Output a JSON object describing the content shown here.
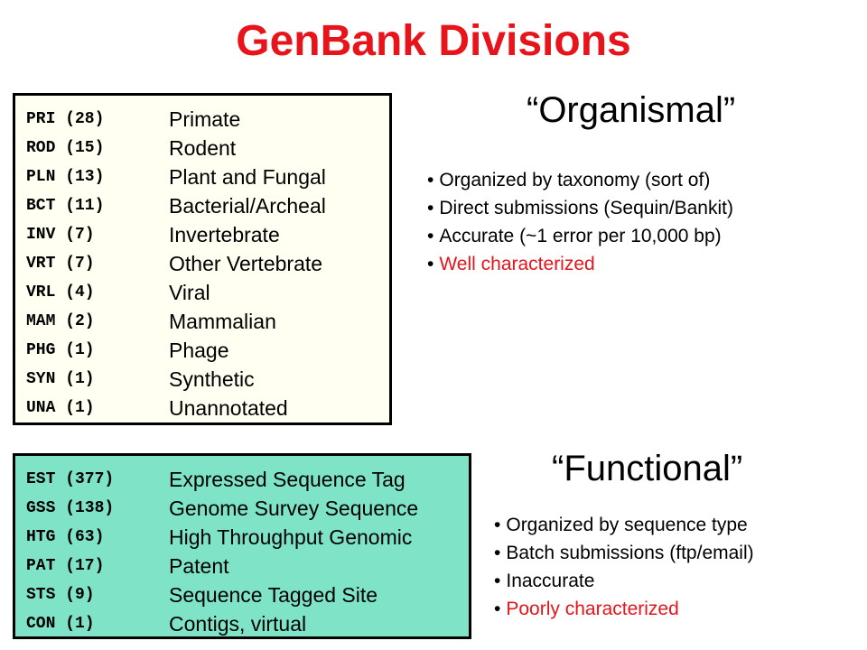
{
  "title": "GenBank Divisions",
  "organismal": {
    "heading": "“Organismal”",
    "divisions": [
      {
        "code": "PRI (28)",
        "name": "Primate"
      },
      {
        "code": "ROD (15)",
        "name": "Rodent"
      },
      {
        "code": "PLN (13)",
        "name": "Plant and Fungal"
      },
      {
        "code": "BCT (11)",
        "name": "Bacterial/Archeal"
      },
      {
        "code": "INV (7)",
        "name": "Invertebrate"
      },
      {
        "code": "VRT (7)",
        "name": "Other Vertebrate"
      },
      {
        "code": "VRL (4)",
        "name": "Viral"
      },
      {
        "code": "MAM (2)",
        "name": "Mammalian"
      },
      {
        "code": "PHG (1)",
        "name": "Phage"
      },
      {
        "code": "SYN (1)",
        "name": "Synthetic"
      },
      {
        "code": "UNA (1)",
        "name": "Unannotated"
      }
    ],
    "bullets": [
      {
        "text": "Organized by taxonomy (sort of)"
      },
      {
        "text": "Direct submissions (Sequin/Bankit)"
      },
      {
        "text": "Accurate (~1 error per 10,000 bp)"
      },
      {
        "text": "Well characterized"
      }
    ]
  },
  "functional": {
    "heading": "“Functional”",
    "divisions": [
      {
        "code": "EST (377)",
        "name": "Expressed Sequence Tag"
      },
      {
        "code": "GSS (138)",
        "name": "Genome Survey Sequence"
      },
      {
        "code": "HTG (63)",
        "name": "High Throughput Genomic"
      },
      {
        "code": "PAT (17)",
        "name": "Patent"
      },
      {
        "code": "STS (9)",
        "name": "Sequence Tagged Site"
      },
      {
        "code": "CON (1)",
        "name": "Contigs, virtual"
      }
    ],
    "bullets": [
      {
        "text": "Organized by sequence type"
      },
      {
        "text": "Batch submissions (ftp/email)"
      },
      {
        "text": "Inaccurate"
      },
      {
        "text": "Poorly characterized"
      }
    ]
  },
  "colors": {
    "title": "#e8141b",
    "highlight": "#e8141b",
    "organismal_box": "#fffff2",
    "functional_box": "#7fe3c8"
  }
}
